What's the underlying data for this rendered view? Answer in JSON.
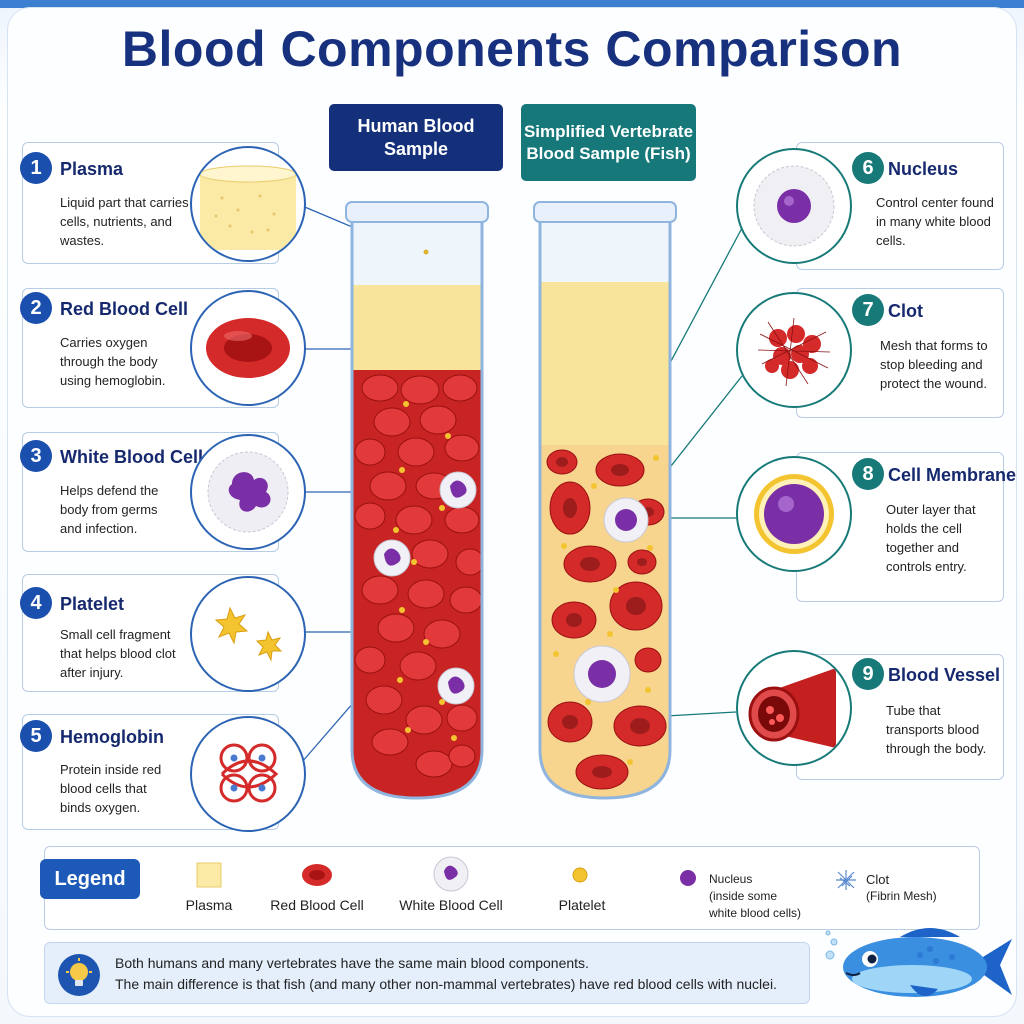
{
  "title": "Blood Components Comparison",
  "headers": {
    "human": "Human Blood Sample",
    "fish": "Simplified Vertebrate Blood Sample (Fish)"
  },
  "left_panels": [
    {
      "number": "1",
      "title": "Plasma",
      "desc": "Liquid part that carries cells, nutrients, and wastes."
    },
    {
      "number": "2",
      "title": "Red Blood Cell",
      "desc": "Carries oxygen through the body using hemoglobin."
    },
    {
      "number": "3",
      "title": "White Blood Cell",
      "desc": "Helps defend the body from germs and infection."
    },
    {
      "number": "4",
      "title": "Platelet",
      "desc": "Small cell fragment that helps blood clot after injury."
    },
    {
      "number": "5",
      "title": "Hemoglobin",
      "desc": "Protein inside red blood cells that binds oxygen."
    }
  ],
  "right_panels": [
    {
      "number": "6",
      "title": "Nucleus",
      "desc": "Control center found in many white blood cells."
    },
    {
      "number": "7",
      "title": "Clot",
      "desc": "Mesh that forms to stop bleeding and protect the wound."
    },
    {
      "number": "8",
      "title": "Cell Membrane",
      "desc": "Outer layer that holds the cell together and controls entry."
    },
    {
      "number": "9",
      "title": "Blood Vessel",
      "desc": "Tube that transports blood through the body."
    }
  ],
  "legend": {
    "label": "Legend",
    "items": [
      "Plasma",
      "Red Blood Cell",
      "White Blood Cell",
      "Platelet"
    ],
    "nucleus_lines": [
      "Nucleus",
      "(inside some",
      "white blood cells)"
    ],
    "clot_lines": [
      "Clot",
      "(Fibrin Mesh)"
    ]
  },
  "note": {
    "line1": "Both humans and many vertebrates have the same main blood components.",
    "line2": "The main difference is that fish (and many other non-mammal vertebrates) have red blood cells with nuclei."
  },
  "colors": {
    "title": "#17317f",
    "human_header": "#14307a",
    "fish_header": "#17787a",
    "rbc": "#d42a2a",
    "plasma": "#f8e49a",
    "nucleus": "#7a2fa6",
    "platelet": "#f4c430"
  },
  "icons": [
    "lightbulb-icon",
    "fish-icon",
    "clot-mesh-icon"
  ]
}
